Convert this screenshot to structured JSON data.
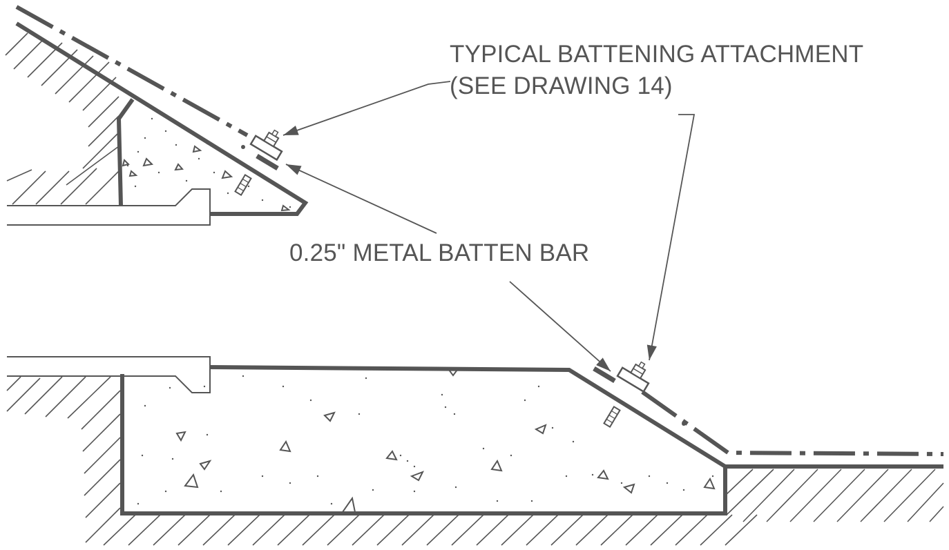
{
  "labels": {
    "battening_line1": "TYPICAL  BATTENING ATTACHMENT",
    "battening_line2": "(SEE  DRAWING 14)",
    "batten_bar": "0.25\" METAL BATTEN BAR"
  },
  "colors": {
    "line": "#555555",
    "background": "#ffffff"
  }
}
